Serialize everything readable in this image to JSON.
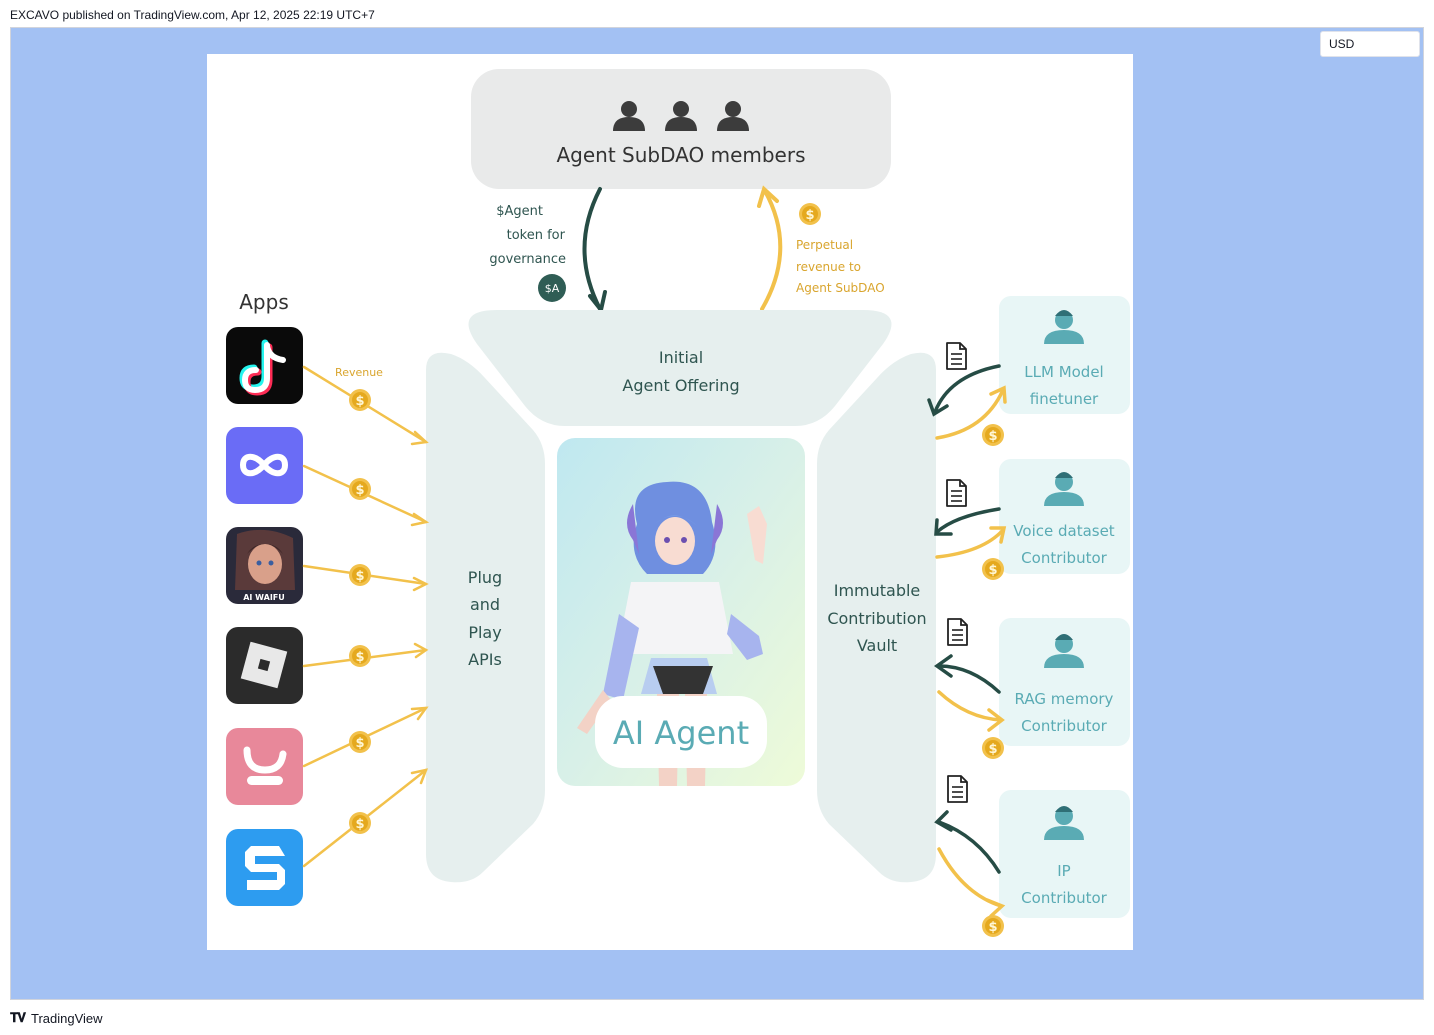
{
  "header": {
    "caption": "EXCAVO published on TradingView.com, Apr 12, 2025 22:19 UTC+7"
  },
  "toolbar": {
    "currency": "USD"
  },
  "footer": {
    "brand": "TradingView"
  },
  "diagram": {
    "subdao": {
      "title": "Agent SubDAO members"
    },
    "token_flow": {
      "line1": "$Agent",
      "line2": "token for",
      "line3": "governance",
      "badge": "$A"
    },
    "revenue_flow": {
      "line1": "Perpetual",
      "line2": "revenue to",
      "line3": "Agent SubDAO"
    },
    "iao": {
      "line1": "Initial",
      "line2": "Agent Offering"
    },
    "apps": {
      "title": "Apps",
      "revenue_label": "Revenue",
      "ai_waifu_label": "AI WAIFU"
    },
    "plug": {
      "line1": "Plug",
      "line2": "and",
      "line3": "Play",
      "line4": "APIs"
    },
    "vault": {
      "line1": "Immutable",
      "line2": "Contribution",
      "line3": "Vault"
    },
    "center": {
      "label": "AI Agent"
    },
    "contributors": [
      {
        "line1": "LLM Model",
        "line2": "finetuner"
      },
      {
        "line1": "Voice dataset",
        "line2": "Contributor"
      },
      {
        "line1": "RAG memory",
        "line2": "Contributor"
      },
      {
        "line1": "IP",
        "line2": "Contributor"
      }
    ],
    "coin_symbol": "$",
    "colors": {
      "panel_gray": "#e9eaea",
      "panel_mint": "#e6efee",
      "contrib_bg": "#e8f6f6",
      "text_dark": "#2f5550",
      "text_teal": "#5aabb4",
      "gold": "#f2c14b",
      "arrow_dark": "#264c45"
    }
  }
}
